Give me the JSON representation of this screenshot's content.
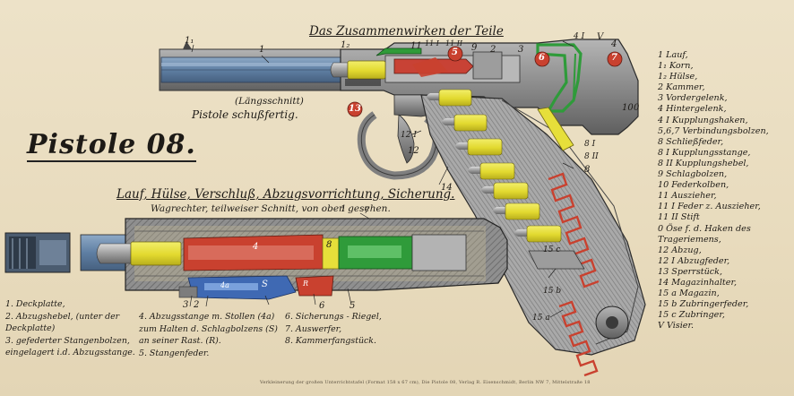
{
  "title_main": "Pistole 08.",
  "title_top": "Das Zusammenwirken der Teile",
  "caption_section": "(Längsschnitt)",
  "caption_ready": "Pistole schußfertig.",
  "title_bottom": "Lauf, Hülse, Verschluß, Abzugsvorrichtung, Sicherung.",
  "caption_horizontal": "Wagrechter, teilweiser Schnitt, von oben gesehen.",
  "legend_right": [
    "1   Lauf,",
    "1₁  Korn,",
    "1₂  Hülse,",
    "2   Kammer,",
    "3   Vordergelenk,",
    "4   Hintergelenk,",
    "4 I Kupplungshaken,",
    "5,6,7 Verbindungsbolzen,",
    "8   Schließfeder,",
    "8 I Kupplungsstange,",
    "8 II Kupplungshebel,",
    "9   Schlagbolzen,",
    "10  Federkolben,",
    "11  Auszieher,",
    "11 I  Feder z. Auszieher,",
    "11 II Stift",
    "0   Öse f. d. Haken des",
    "     Trageriemens,",
    "12  Abzug,",
    "12 I Abzugfeder,",
    "13  Sperrstück,",
    "14  Magazinhalter,",
    "15 a Magazin,",
    "15 b Zubringerfeder,",
    "15 c Zubringer,",
    "V   Visier."
  ],
  "legend_bottom_col1": [
    "1.  Deckplatte,",
    "2.  Abzugshebel, (unter der",
    "     Deckplatte)",
    "3.  gefederter Stangenbolzen,",
    "     eingelagert i.d. Abzugsstange."
  ],
  "legend_bottom_col2": [
    "4. Abzugsstange m. Stollen (4a)",
    "zum Halten d. Schlagbolzens (S)",
    "an seiner Rast. (R).",
    "5. Stangenfeder."
  ],
  "legend_bottom_col3": [
    "6. Sicherungs - Riegel,",
    "7. Auswerfer,",
    "8. Kammerfangstück."
  ],
  "part_numbers": {
    "n1s": "1₁",
    "n1": "1",
    "n1a": "1₂",
    "n11": "11",
    "n11i": "11 I",
    "n11ii": "11 II",
    "n9": "9",
    "n2": "2",
    "n3": "3",
    "n4i": "4 I",
    "nV": "V",
    "n4": "4",
    "n5": "5",
    "n6": "6",
    "n7": "7",
    "n10": "10",
    "n0": "0",
    "n13": "13",
    "n12i": "12 I",
    "n12": "12",
    "n14": "14",
    "n8i": "8 I",
    "n8ii": "8 II",
    "n8": "8",
    "n15c": "15 c",
    "n15b": "15 b",
    "n15a": "15 a",
    "b1": "1",
    "b2": "2",
    "b3": "3",
    "b4": "4",
    "b5": "5",
    "b6": "6",
    "b7": "7",
    "b8": "8",
    "b4a": "4a",
    "bS": "S",
    "bR": "R"
  },
  "footer": "Verkleinerung der großen Unterrichtstafel (Format 158 x 67 cm), Die Pistole 08, Verlag R. Eisenschmidt, Berlin NW 7, Mittelstraße 18",
  "colors": {
    "paper": "#e9dcc0",
    "cartridge": "#e6df3a",
    "steel_blue": "#6f8fb0",
    "red": "#c9412f",
    "green": "#2f9b3a",
    "metal": "#9b9b9b",
    "metal_dark": "#5e5e5e",
    "ink": "#1d1a16"
  }
}
